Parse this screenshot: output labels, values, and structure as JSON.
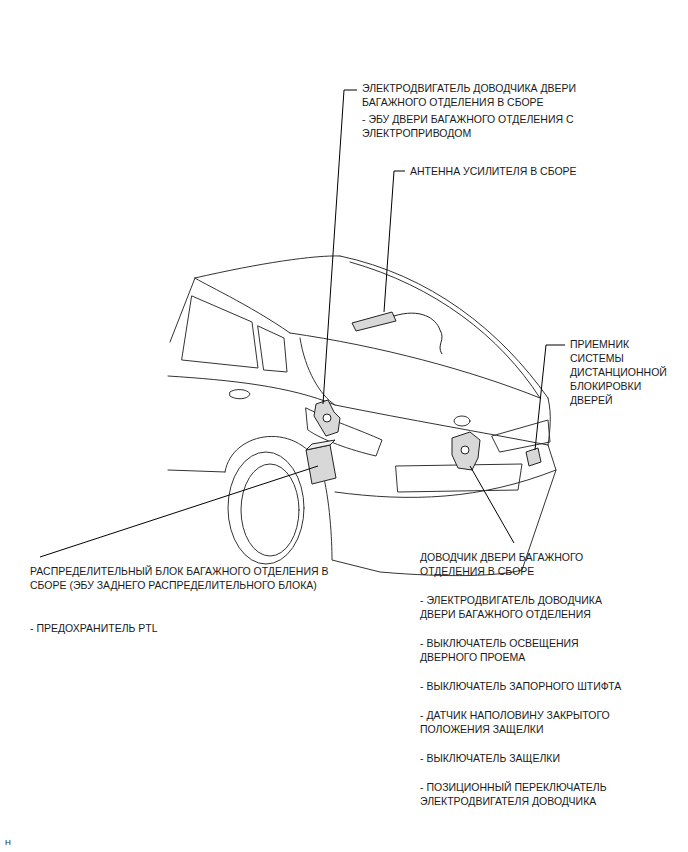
{
  "diagram": {
    "labels": [
      "ЭЛЕКТРОДВИГАТЕЛЬ ДОВОДЧИКА ДВЕРИ БАГАЖНОГО ОТДЕЛЕНИЯ В СБОРЕ",
      "- ЭБУ ДВЕРИ БАГАЖНОГО ОТДЕЛЕНИЯ С ЭЛЕКТРОПРИВОДОМ",
      "АНТЕННА УСИЛИТЕЛЯ В СБОРЕ",
      "ПРИЕМНИК СИСТЕМЫ ДИСТАНЦИОННОЙ БЛОКИРОВКИ ДВЕРЕЙ",
      "РАСПРЕДЕЛИТЕЛЬНЫЙ БЛОК БАГАЖНОГО ОТДЕЛЕНИЯ В СБОРЕ (ЭБУ ЗАДНЕГО РАСПРЕДЕЛИТЕЛЬНОГО БЛОКА)",
      "- ПРЕДОХРАНИТЕЛЬ PTL",
      "ДОВОДЧИК ДВЕРИ БАГАЖНОГО ОТДЕЛЕНИЯ В СБОРЕ",
      "- ЭЛЕКТРОДВИГАТЕЛЬ ДОВОДЧИКА ДВЕРИ БАГАЖНОГО ОТДЕЛЕНИЯ",
      "- ВЫКЛЮЧАТЕЛЬ ОСВЕЩЕНИЯ ДВЕРНОГО ПРОЕМА",
      "- ВЫКЛЮЧАТЕЛЬ ЗАПОРНОГО ШТИФТА",
      "- ДАТЧИК НАПОЛОВИНУ ЗАКРЫТОГО ПОЛОЖЕНИЯ ЗАЩЕЛКИ",
      "- ВЫКЛЮЧАТЕЛЬ ЗАЩЕЛКИ",
      "- ПОЗИЦИОННЫЙ ПЕРЕКЛЮЧАТЕЛЬ ЭЛЕКТРОДВИГАТЕЛЯ ДОВОДЧИКА",
      "H"
    ]
  }
}
